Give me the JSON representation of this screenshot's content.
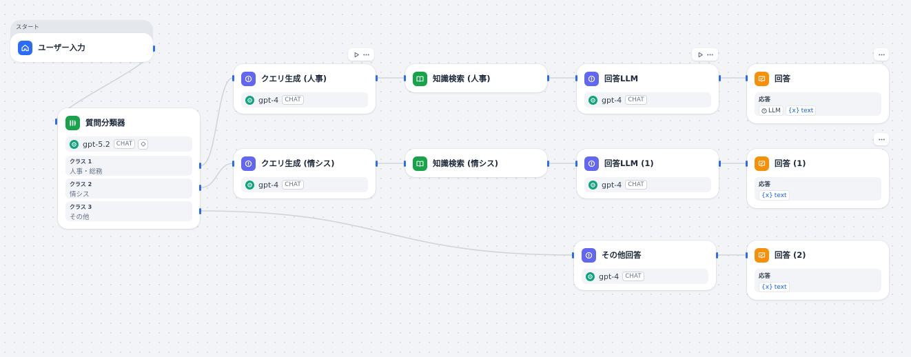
{
  "start": {
    "label": "スタート",
    "title": "ユーザー入力",
    "icon": "home-icon"
  },
  "classifier": {
    "title": "質問分類器",
    "model": "gpt-5.2",
    "badge": "CHAT",
    "classes": [
      {
        "label": "クラス 1",
        "value": "人事・総務"
      },
      {
        "label": "クラス 2",
        "value": "情シス"
      },
      {
        "label": "クラス 3",
        "value": "その他"
      }
    ]
  },
  "row1": {
    "query": {
      "title": "クエリ生成 (人事)",
      "model": "gpt-4",
      "badge": "CHAT"
    },
    "knowledge": {
      "title": "知識検索 (人事)"
    },
    "llm": {
      "title": "回答LLM",
      "model": "gpt-4",
      "badge": "CHAT"
    },
    "answer": {
      "title": "回答",
      "resp_label": "応答",
      "var_node": "LLM",
      "var_name": "text"
    }
  },
  "row2": {
    "query": {
      "title": "クエリ生成 (情シス)",
      "model": "gpt-4",
      "badge": "CHAT"
    },
    "knowledge": {
      "title": "知識検索 (情シス)"
    },
    "llm": {
      "title": "回答LLM (1)",
      "model": "gpt-4",
      "badge": "CHAT"
    },
    "answer": {
      "title": "回答 (1)",
      "resp_label": "応答",
      "var_name": "text"
    }
  },
  "row3": {
    "llm": {
      "title": "その他回答",
      "model": "gpt-4",
      "badge": "CHAT"
    },
    "answer": {
      "title": "回答 (2)",
      "resp_label": "応答",
      "var_name": "text"
    }
  },
  "colors": {
    "accent": "#2b6cf6",
    "llm": "#6366f1",
    "knowledge": "#16a34a",
    "answer": "#f79009",
    "edge": "#d0d5dd"
  }
}
